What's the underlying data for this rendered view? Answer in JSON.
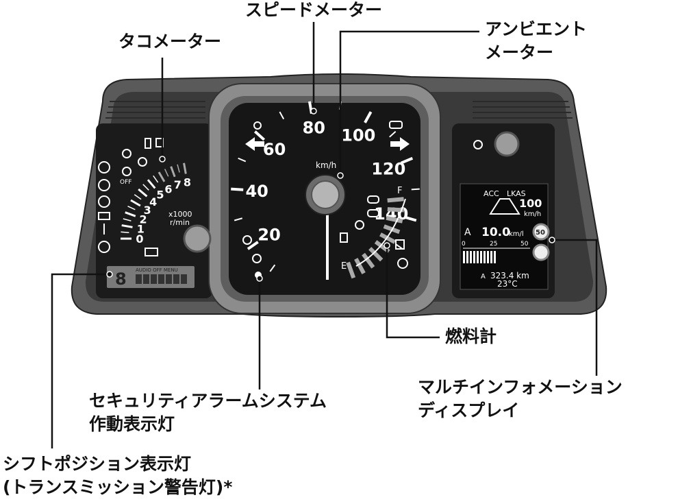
{
  "labels": {
    "speedometer": "スピードメーター",
    "tachometer": "タコメーター",
    "ambient_meter": [
      "アンビエント",
      "メーター"
    ],
    "fuel_gauge": "燃料計",
    "security_alarm": [
      "セキュリティアラームシステム",
      "作動表示灯"
    ],
    "shift_position": [
      "シフトポジション表示灯",
      "(トランスミッション警告灯)*"
    ],
    "multi_info_display": [
      "マルチインフォメーション",
      "ディスプレイ"
    ]
  },
  "speedometer": {
    "ticks": [
      "20",
      "40",
      "60",
      "80",
      "100",
      "120",
      "140"
    ],
    "unit": "km/h"
  },
  "tachometer": {
    "ticks": [
      "0",
      "1",
      "2",
      "3",
      "4",
      "5",
      "6",
      "7",
      "8"
    ],
    "unit_line1": "x1000",
    "unit_line2": "r/min",
    "off_label": "OFF"
  },
  "fuel": {
    "full": "F",
    "empty": "E"
  },
  "shift_display": {
    "info": "AUDIO OFF MENU",
    "gear": "8"
  },
  "mid": {
    "acc": "ACC",
    "lkas": "LKAS",
    "set_speed": "100",
    "set_speed_unit": "km/h",
    "trip_mode": "A",
    "fuel_economy": "10.0",
    "fuel_economy_unit": "km/l",
    "scale": [
      "0",
      "25",
      "50"
    ],
    "trip_label": "A",
    "trip_distance": "323.4 km",
    "temperature": "23°C",
    "speed_limit_sign": "50"
  },
  "colors": {
    "housing": "#4a4a4a",
    "face": "#161616",
    "display": "#0a0a0a",
    "text": "#111111"
  }
}
